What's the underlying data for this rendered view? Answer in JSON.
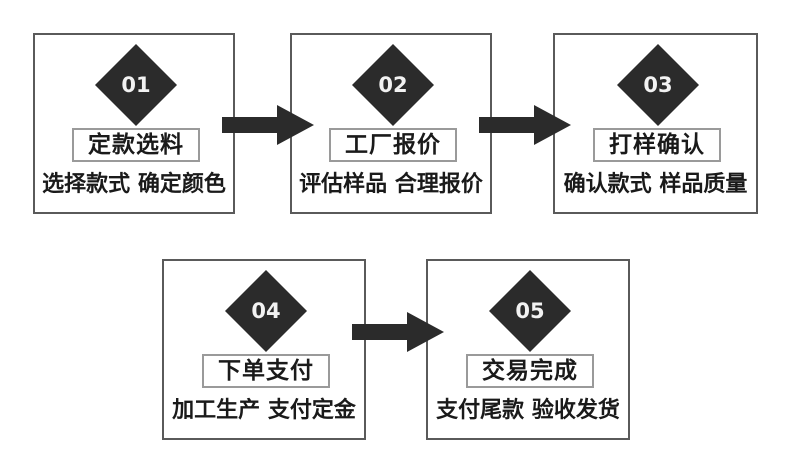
{
  "diagram": {
    "type": "process-flow",
    "title_text": "",
    "colors": {
      "box_border": "#5a5a5a",
      "badge_fill": "#2b2b2b",
      "badge_text": "#f2f2f2",
      "label_border": "#9a9a9a",
      "text": "#1a1a1a",
      "arrow_fill": "#2b2b2b",
      "background": "#ffffff"
    },
    "steps": [
      {
        "number": "01",
        "title": "定款选料",
        "subtitle": "选择款式 确定颜色"
      },
      {
        "number": "02",
        "title": "工厂报价",
        "subtitle": "评估样品 合理报价"
      },
      {
        "number": "03",
        "title": "打样确认",
        "subtitle": "确认款式 样品质量"
      },
      {
        "number": "04",
        "title": "下单支付",
        "subtitle": "加工生产 支付定金"
      },
      {
        "number": "05",
        "title": "交易完成",
        "subtitle": "支付尾款 验收发货"
      }
    ],
    "connectors": [
      {
        "from": "01",
        "to": "02",
        "icon": "arrow-right-icon"
      },
      {
        "from": "02",
        "to": "03",
        "icon": "arrow-right-icon"
      },
      {
        "from": "04",
        "to": "05",
        "icon": "arrow-right-icon"
      }
    ]
  }
}
